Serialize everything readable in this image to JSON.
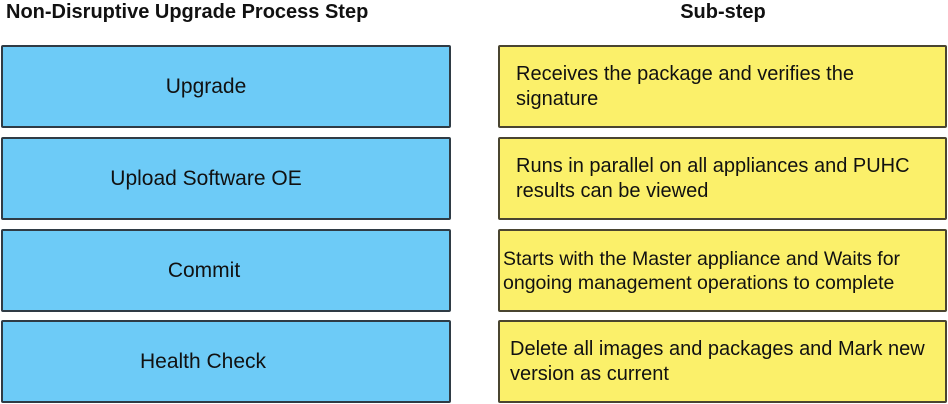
{
  "headers": {
    "left": "Non-Disruptive Upgrade Process Step",
    "right": "Sub-step"
  },
  "steps": [
    {
      "label": "Upgrade"
    },
    {
      "label": "Upload Software OE"
    },
    {
      "label": "Commit"
    },
    {
      "label": "Health Check"
    }
  ],
  "substeps": [
    {
      "text": "Receives the package and verifies the signature"
    },
    {
      "text": "Runs in parallel on all appliances and PUHC results can be viewed"
    },
    {
      "text": "Starts with the Master appliance and Waits for ongoing management operations to complete"
    },
    {
      "text": "Delete all images and packages and Mark new version as current"
    }
  ],
  "colors": {
    "step_fill": "#6dcbf7",
    "substep_fill": "#fbf06a",
    "border": "#2f3b45"
  }
}
